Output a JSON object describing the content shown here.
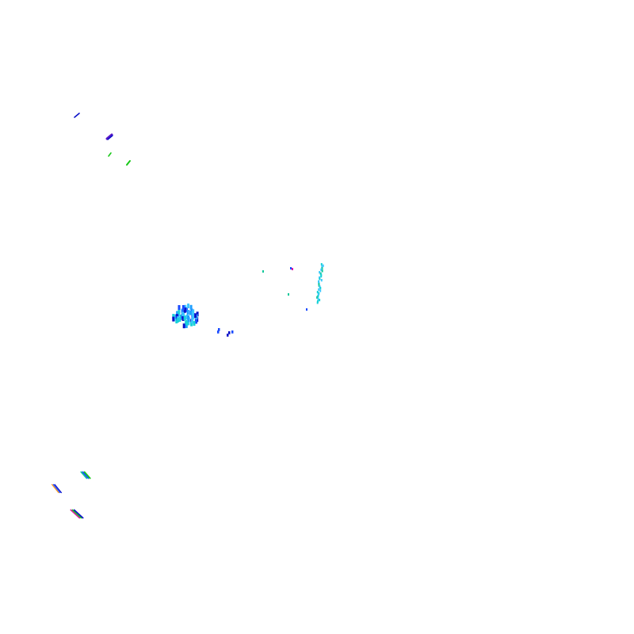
{
  "background_color": "#ffffff",
  "palette": {
    "deep_blue": "#0a10c8",
    "royal_blue": "#1a4bff",
    "sky_blue": "#1ea0ff",
    "light_blue": "#3cc8ff",
    "cyan": "#18d2d8",
    "teal": "#12c89a",
    "green": "#18c818",
    "purple": "#5a18c8",
    "magenta": "#e018a0",
    "orange": "#ff9a18"
  },
  "clusters": [
    {
      "name": "streak-top-left",
      "colors": [
        "deep_blue"
      ]
    },
    {
      "name": "streak-purple",
      "colors": [
        "purple",
        "deep_blue"
      ]
    },
    {
      "name": "speck-green-1",
      "colors": [
        "green"
      ]
    },
    {
      "name": "speck-green-2",
      "colors": [
        "green"
      ]
    },
    {
      "name": "blob-center-left",
      "colors": [
        "sky_blue",
        "royal_blue",
        "light_blue",
        "cyan",
        "deep_blue"
      ]
    },
    {
      "name": "specks-small-blue",
      "colors": [
        "royal_blue",
        "deep_blue"
      ]
    },
    {
      "name": "streak-cyan-vertical",
      "colors": [
        "cyan",
        "light_blue",
        "teal"
      ]
    },
    {
      "name": "specks-sparse",
      "colors": [
        "teal",
        "royal_blue",
        "magenta"
      ]
    },
    {
      "name": "streak-bottom-1",
      "colors": [
        "teal",
        "royal_blue",
        "green"
      ]
    },
    {
      "name": "streak-bottom-2",
      "colors": [
        "orange",
        "royal_blue",
        "deep_blue"
      ]
    },
    {
      "name": "streak-bottom-3",
      "colors": [
        "magenta",
        "green",
        "deep_blue"
      ]
    }
  ]
}
